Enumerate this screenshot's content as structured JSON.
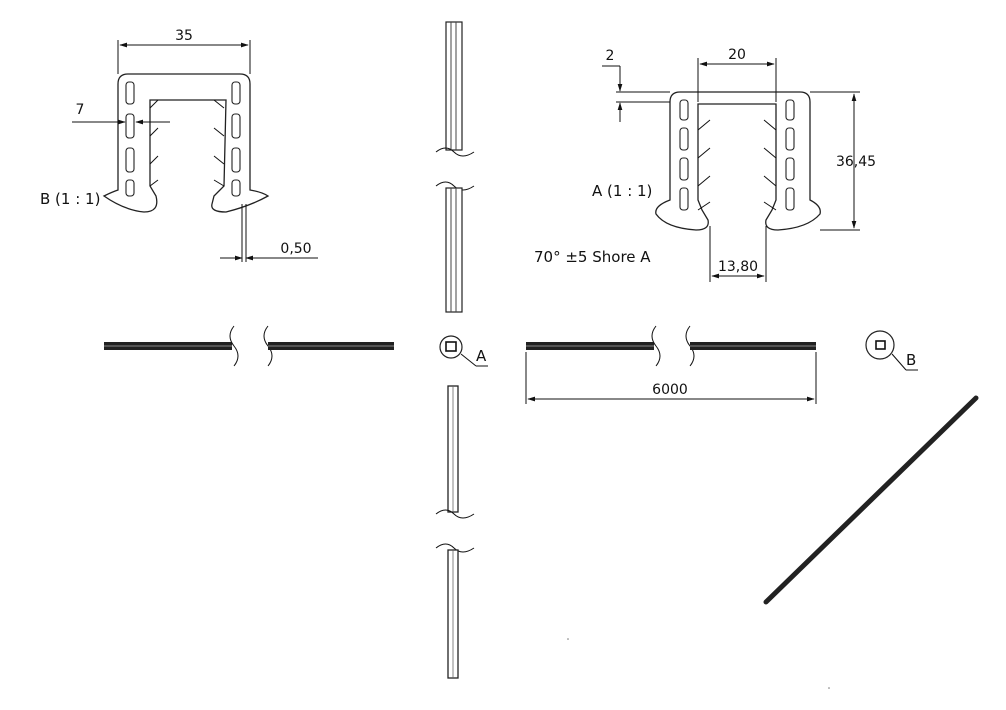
{
  "detail_b": {
    "label": "B (1 : 1)",
    "dim_width": "35",
    "dim_flange": "7",
    "dim_tolerance": "0,50"
  },
  "detail_a": {
    "label": "A (1 : 1)",
    "dim_top": "2",
    "dim_slot": "20",
    "dim_height": "36,45",
    "dim_bottom": "13,80",
    "hardness_note": "70° ±5 Shore A"
  },
  "main_view": {
    "length_dim": "6000",
    "callout_a": "A",
    "callout_b": "B"
  }
}
